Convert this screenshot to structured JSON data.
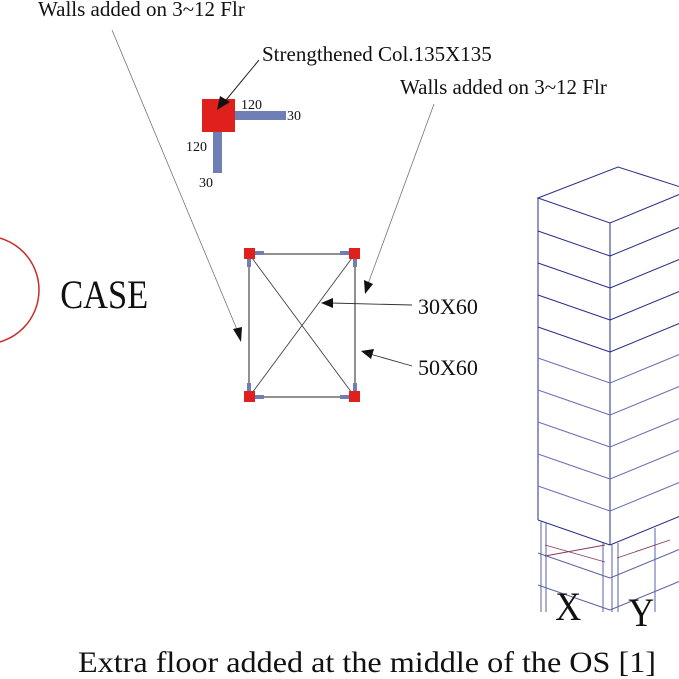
{
  "labels": {
    "walls_left": "Walls added on 3~12 Flr",
    "strengthened_col": "Strengthened Col.135X135",
    "walls_right": "Walls added on 3~12 Flr",
    "case": "CASE",
    "brace_30x60": "30X60",
    "brace_50x60": "50X60",
    "dim_120_top": "120",
    "dim_30_right": "30",
    "dim_120_left": "120",
    "dim_30_bottom": "30",
    "axis_x": "X",
    "axis_y": "Y",
    "caption": "Extra floor added at the middle of the OS [1]"
  },
  "colors": {
    "column_red": "#e0201c",
    "wall_blue": "#6f7fb5",
    "building_line": "#2a2f86",
    "brace_line": "#8a3a5a",
    "case_circle": "#cc2a2a"
  }
}
